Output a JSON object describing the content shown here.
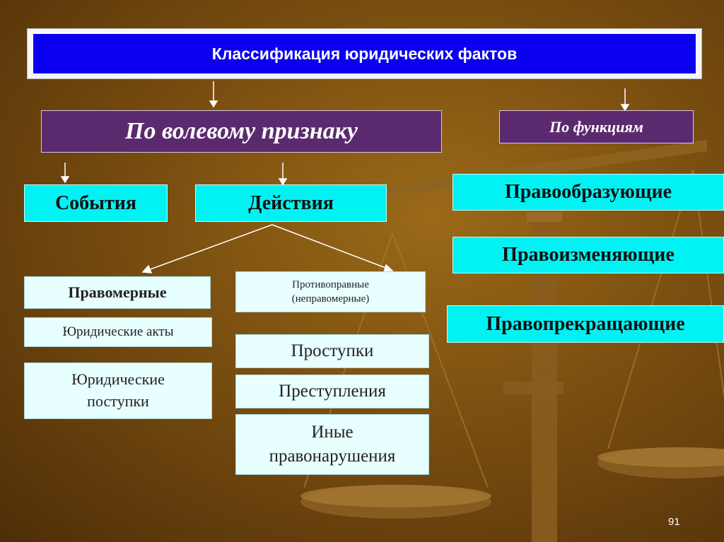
{
  "title": "Классификация юридических фактов",
  "by_will": {
    "heading": "По волевому признаку",
    "events": "События",
    "actions": "Действия",
    "lawful": {
      "heading": "Правомерные",
      "items": [
        "Юридические акты",
        "Юридические поступки"
      ]
    },
    "unlawful": {
      "heading_line1": "Противоправные",
      "heading_line2": "(неправомерные)",
      "items": [
        "Проступки",
        "Преступления",
        "Иные правонарушения"
      ]
    }
  },
  "by_function": {
    "heading": "По функциям",
    "items": [
      "Правообразующие",
      "Правоизменяющие",
      "Правопрекращающие"
    ]
  },
  "page_number": "91",
  "colors": {
    "title_bg": "#0b00f0",
    "category_bg": "#5b2a6e",
    "primary_box": "#00f3f3",
    "secondary_box": "#e8ffff",
    "background": "#7a4e10"
  }
}
